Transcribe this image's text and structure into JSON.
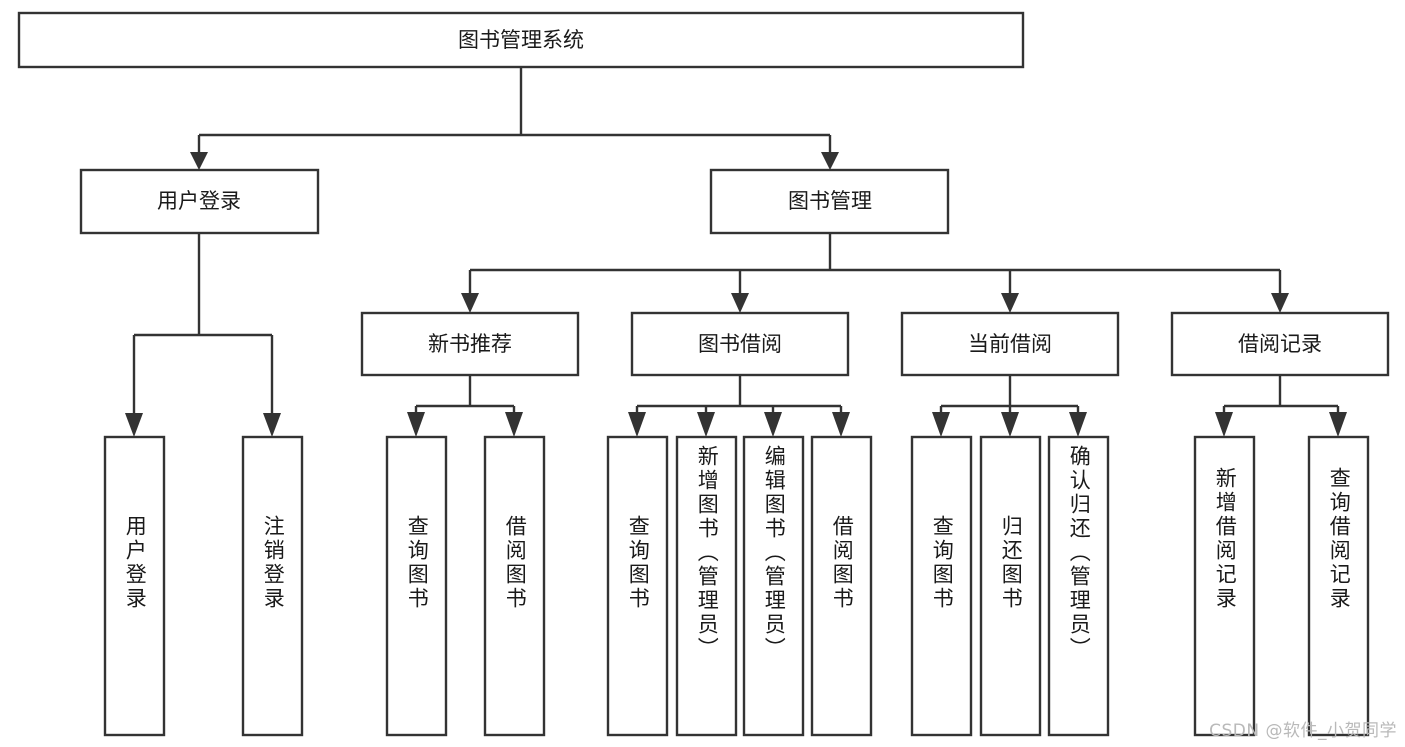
{
  "diagram": {
    "type": "tree",
    "title": "图书管理系统",
    "orientation": "top-down",
    "edge_style": "orthogonal-arrow",
    "colors": {
      "box_fill": "#ffffff",
      "box_stroke": "#333333",
      "text": "#1a1a1a",
      "background": "#ffffff",
      "watermark": "#b9b9b9"
    }
  },
  "root": {
    "label": "图书管理系统"
  },
  "level2": [
    {
      "label": "用户登录"
    },
    {
      "label": "图书管理"
    }
  ],
  "level3": [
    {
      "label": "新书推荐"
    },
    {
      "label": "图书借阅"
    },
    {
      "label": "当前借阅"
    },
    {
      "label": "借阅记录"
    }
  ],
  "leaves": {
    "user_login": [
      {
        "label": "用户登录"
      },
      {
        "label": "注销登录"
      }
    ],
    "new_book_recommend": [
      {
        "label": "查询图书"
      },
      {
        "label": "借阅图书"
      }
    ],
    "book_borrow": [
      {
        "label": "查询图书"
      },
      {
        "label": "新增图书（管理员）"
      },
      {
        "label": "编辑图书（管理员）"
      },
      {
        "label": "借阅图书"
      }
    ],
    "current_borrow": [
      {
        "label": "查询图书"
      },
      {
        "label": "归还图书"
      },
      {
        "label": "确认归还（管理员）"
      }
    ],
    "borrow_record": [
      {
        "label": "新增借阅记录"
      },
      {
        "label": "查询借阅记录"
      }
    ]
  },
  "watermark": {
    "text": "CSDN @软件_小贺同学"
  }
}
